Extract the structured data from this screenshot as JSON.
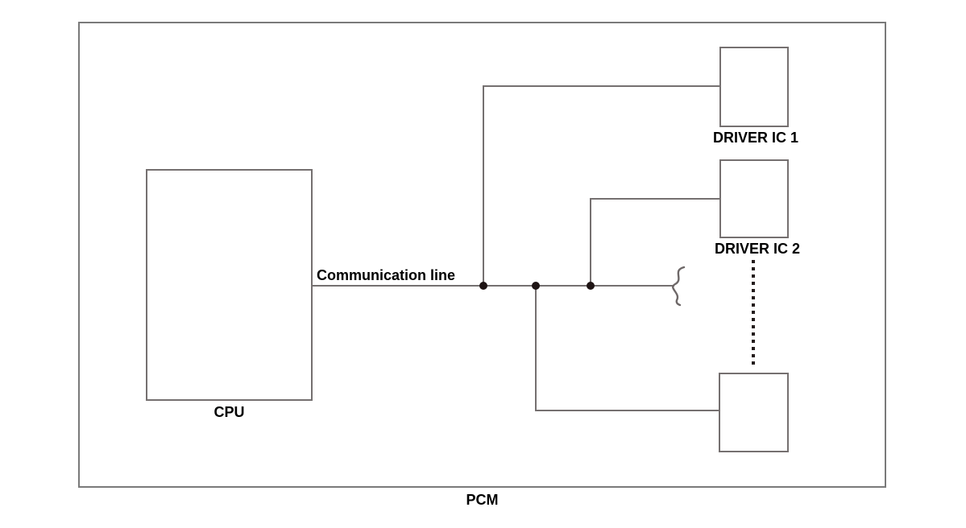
{
  "diagram": {
    "type": "block-diagram",
    "boundary_label": "PCM",
    "cpu_label": "CPU",
    "communication_line_label": "Communication line",
    "driver_ic1_label": "DRIVER IC 1",
    "driver_ic2_label": "DRIVER IC 2",
    "unlabeled_driver_box": "",
    "nodes": [
      {
        "id": "cpu",
        "label": "CPU"
      },
      {
        "id": "driver-ic-1",
        "label": "DRIVER IC 1"
      },
      {
        "id": "driver-ic-2",
        "label": "DRIVER IC 2"
      },
      {
        "id": "driver-ic-n",
        "label": ""
      }
    ],
    "edges": [
      {
        "from": "cpu",
        "to": "driver-ic-1",
        "via": "communication line"
      },
      {
        "from": "cpu",
        "to": "driver-ic-2",
        "via": "communication line"
      },
      {
        "from": "cpu",
        "to": "driver-ic-n",
        "via": "communication line"
      },
      {
        "note": "communication line continues (break squiggle); dotted ellipsis between DRIVER IC 2 and bottom box"
      }
    ],
    "colors": {
      "wire": "#757070",
      "boundary": "#7a7a7a",
      "junction_dot": "#1e1414",
      "text": "#000000",
      "background": "#ffffff"
    }
  }
}
